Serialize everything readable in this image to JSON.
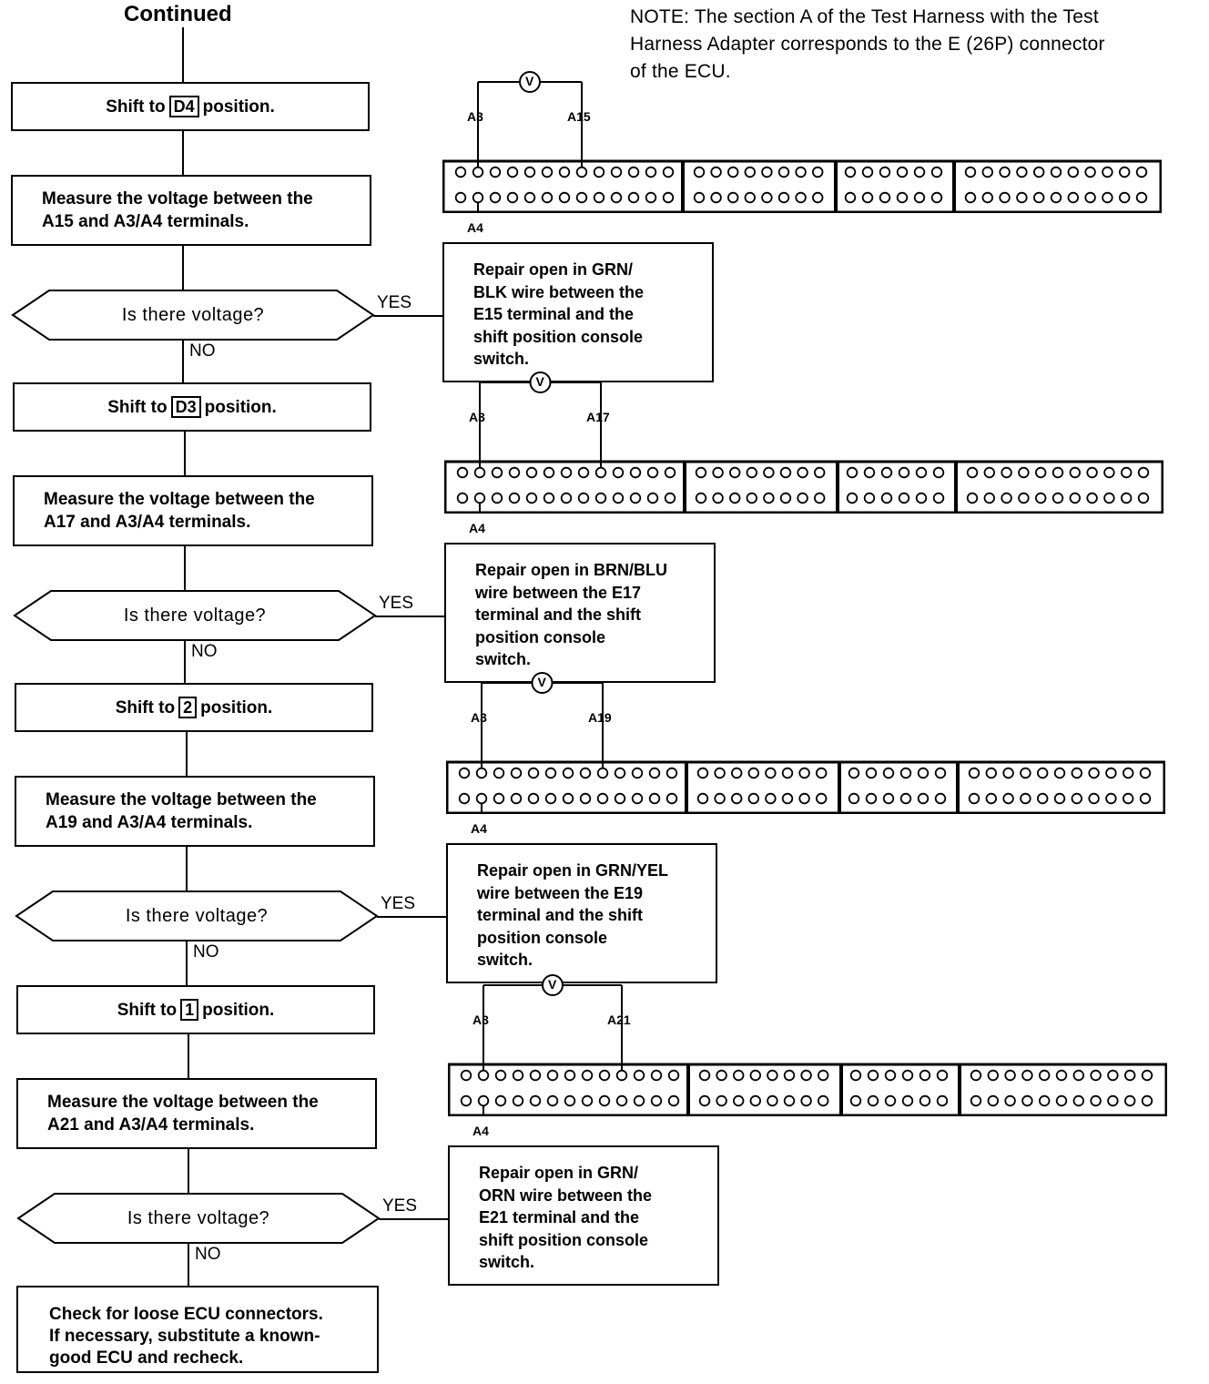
{
  "header": {
    "title": "Continued",
    "note_lines": [
      "NOTE:  The section A of the Test Harness with the Test",
      "Harness Adapter corresponds to the E (26P) connector",
      "of the ECU."
    ]
  },
  "labels": {
    "yes": "YES",
    "no": "NO"
  },
  "steps": [
    {
      "shift": {
        "prefix": "Shift to",
        "position": "D4",
        "suffix": "position."
      },
      "measure": [
        "Measure the voltage between the",
        "A15 and A3/A4 terminals."
      ],
      "question": "Is there voltage?",
      "repair": [
        "Repair open in GRN/",
        "BLK wire between the",
        "E15 terminal and the",
        "shift position console",
        "switch."
      ],
      "connector": {
        "top_left": "A3",
        "top_right": "A15",
        "bottom": "A4",
        "meter": "V"
      }
    },
    {
      "shift": {
        "prefix": "Shift to",
        "position": "D3",
        "suffix": "position."
      },
      "measure": [
        "Measure the voltage between the",
        "A17 and A3/A4 terminals."
      ],
      "question": "Is there voltage?",
      "repair": [
        "Repair open in BRN/BLU",
        "wire between the E17",
        "terminal and the shift",
        "position console",
        "switch."
      ],
      "connector": {
        "top_left": "A3",
        "top_right": "A17",
        "bottom": "A4",
        "meter": "V"
      }
    },
    {
      "shift": {
        "prefix": "Shift to",
        "position": "2",
        "suffix": "position."
      },
      "measure": [
        "Measure the voltage between the",
        "A19 and A3/A4 terminals."
      ],
      "question": "Is there voltage?",
      "repair": [
        "Repair open in GRN/YEL",
        "wire between the E19",
        "terminal and the shift",
        "position console",
        "switch."
      ],
      "connector": {
        "top_left": "A3",
        "top_right": "A19",
        "bottom": "A4",
        "meter": "V"
      }
    },
    {
      "shift": {
        "prefix": "Shift to",
        "position": "1",
        "suffix": "position."
      },
      "measure": [
        "Measure the voltage between the",
        "A21 and A3/A4 terminals."
      ],
      "question": "Is there voltage?",
      "repair": [
        "Repair open in GRN/",
        "ORN wire between the",
        "E21 terminal and the",
        "shift position console",
        "switch."
      ],
      "connector": {
        "top_left": "A3",
        "top_right": "A21",
        "bottom": "A4",
        "meter": "V"
      }
    }
  ],
  "final_box": [
    "Check for loose ECU connectors.",
    "If necessary, substitute a known-",
    "good ECU and recheck."
  ]
}
